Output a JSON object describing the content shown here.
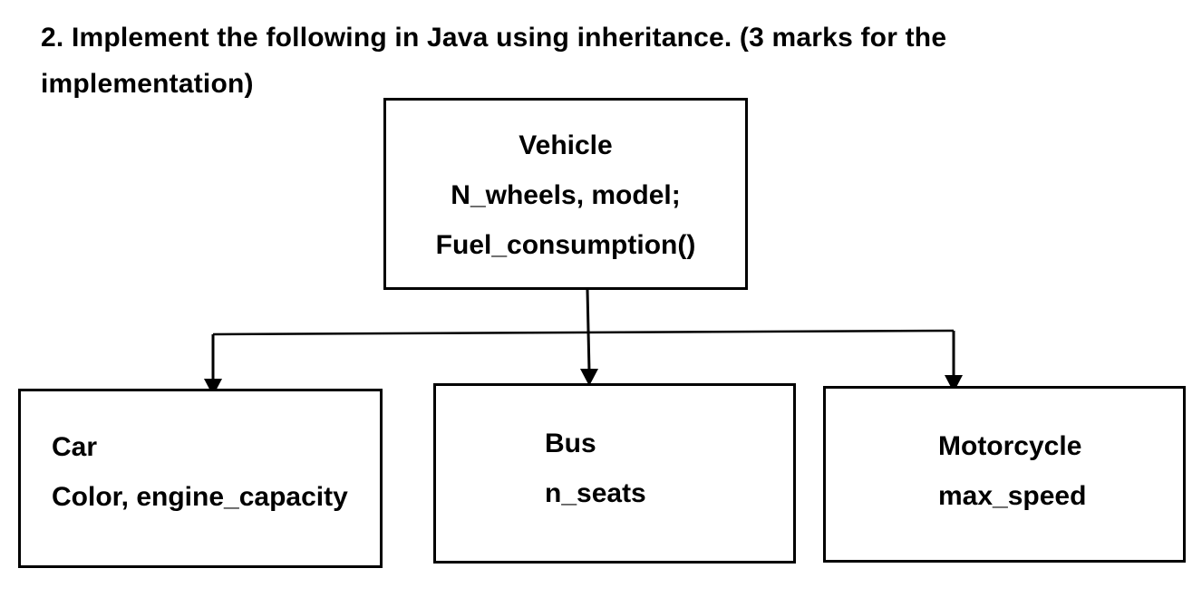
{
  "title": {
    "line1": "2. Implement the following in Java using inheritance. (3 marks for the",
    "line2": "implementation)"
  },
  "diagram": {
    "parent": {
      "name": "Vehicle",
      "attributes": "N_wheels, model;",
      "method": "Fuel_consumption()"
    },
    "children": [
      {
        "name": "Car",
        "attributes": "Color, engine_capacity"
      },
      {
        "name": "Bus",
        "attributes": "n_seats"
      },
      {
        "name": "Motorcycle",
        "attributes": "max_speed"
      }
    ]
  },
  "colors": {
    "ink": "#000000",
    "background": "#ffffff"
  }
}
